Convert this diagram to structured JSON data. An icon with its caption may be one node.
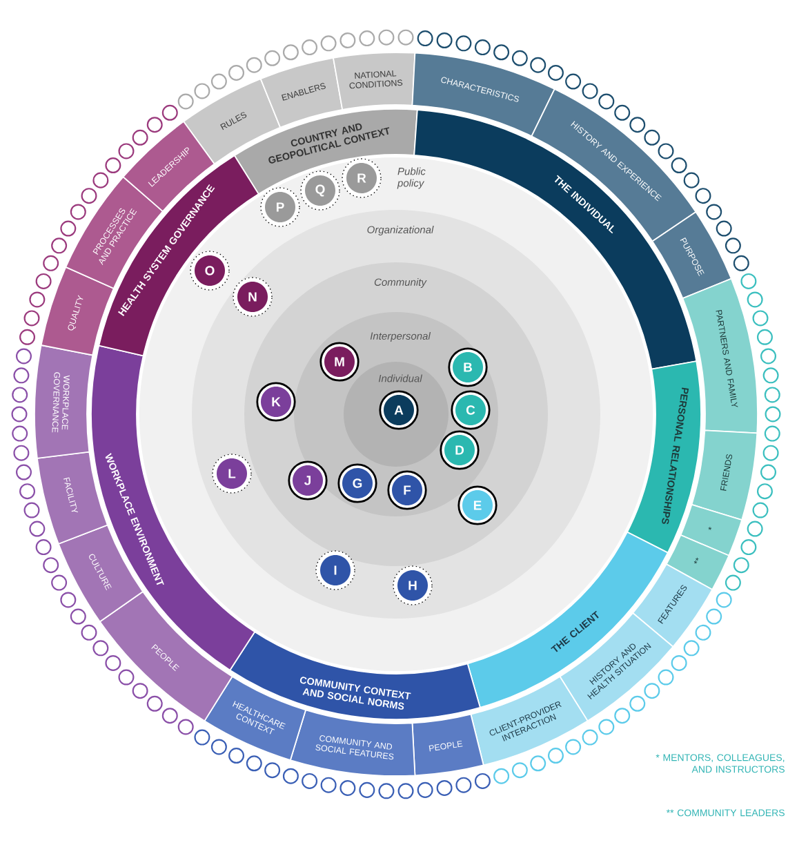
{
  "diagram": {
    "nodes": [
      {
        "text": [
          "COUNTRY AND GEOPOLITICAL CONTEXT"
        ]
      },
      {
        "text": [
          "RULES"
        ]
      },
      {
        "text": [
          "ENABLERS"
        ]
      },
      {
        "text": [
          "NATIONAL CONDITIONS"
        ]
      },
      {
        "text": [
          "THE INDIVIDUAL"
        ]
      },
      {
        "text": [
          "CHARACTERISTICS"
        ]
      },
      {
        "text": [
          "HISTORY AND EXPERIENCE"
        ]
      },
      {
        "text": [
          "PURPOSE"
        ]
      },
      {
        "text": [
          "PERSONAL RELATIONSHIPS"
        ]
      },
      {
        "text": [
          "PARTNERS AND FAMILY"
        ]
      },
      {
        "text": [
          "FRIENDS"
        ]
      },
      {
        "text": [
          "*"
        ]
      },
      {
        "text": [
          "**"
        ]
      },
      {
        "text": [
          "THE CLIENT"
        ]
      },
      {
        "text": [
          "FEATURES"
        ]
      },
      {
        "text": [
          "HISTORY AND HEALTH SITUATION"
        ]
      },
      {
        "text": [
          "CLIENT-PROVIDER INTERACTION"
        ]
      },
      {
        "text": [
          "COMMUNITY CONTEXT AND SOCIAL NORMS"
        ]
      },
      {
        "text": [
          "PEOPLE"
        ]
      },
      {
        "text": [
          "COMMUNITY AND SOCIAL FEATURES"
        ]
      },
      {
        "text": [
          "HEALTHCARE CONTEXT"
        ]
      },
      {
        "text": [
          "WORKPLACE ENVIRONMENT"
        ]
      },
      {
        "text": [
          "PEOPLE"
        ]
      },
      {
        "text": [
          "CULTURE"
        ]
      },
      {
        "text": [
          "FACILITY"
        ]
      },
      {
        "text": [
          "WORKPLACE GOVERNANCE"
        ]
      },
      {
        "text": [
          "HEALTH SYSTEM GOVERNANCE"
        ]
      },
      {
        "text": [
          "QUALITY"
        ]
      },
      {
        "text": [
          "PROCESSES AND PRACTICE"
        ]
      },
      {
        "text": [
          "LEADERSHIP"
        ]
      },
      {
        "text": [
          "Public policy"
        ]
      },
      {
        "text": [
          "Organizational"
        ],
        "in": 30
      },
      {
        "text": [
          "Community"
        ],
        "in": 31
      },
      {
        "text": [
          "Interpersonal"
        ],
        "in": 32
      },
      {
        "text": [
          "Individual"
        ],
        "in": 33
      },
      {
        "text": [
          "A"
        ],
        "in": 34
      },
      {
        "text": [
          "B"
        ],
        "in": 33
      },
      {
        "text": [
          "C"
        ],
        "in": 33
      },
      {
        "text": [
          "D"
        ],
        "in": 33
      },
      {
        "text": [
          "E"
        ],
        "in": 32
      },
      {
        "text": [
          "F"
        ],
        "in": 33
      },
      {
        "text": [
          "G"
        ],
        "in": 33
      },
      {
        "text": [
          "H"
        ],
        "in": 31
      },
      {
        "text": [
          "I"
        ],
        "in": 31
      },
      {
        "text": [
          "J"
        ],
        "in": 32
      },
      {
        "text": [
          "K"
        ],
        "in": 32
      },
      {
        "text": [
          "L"
        ],
        "in": 31
      },
      {
        "text": [
          "M"
        ],
        "in": 33
      },
      {
        "text": [
          "N"
        ],
        "in": 31
      },
      {
        "text": [
          "O"
        ],
        "in": 30
      },
      {
        "text": [
          "P"
        ],
        "in": 30
      },
      {
        "text": [
          "Q"
        ],
        "in": 30
      },
      {
        "text": [
          "R"
        ],
        "in": 30
      }
    ],
    "labels": [
      "* MENTORS, COLLEAGUES, AND INSTRUCTORS",
      "** COMMUNITY LEADERS"
    ]
  }
}
